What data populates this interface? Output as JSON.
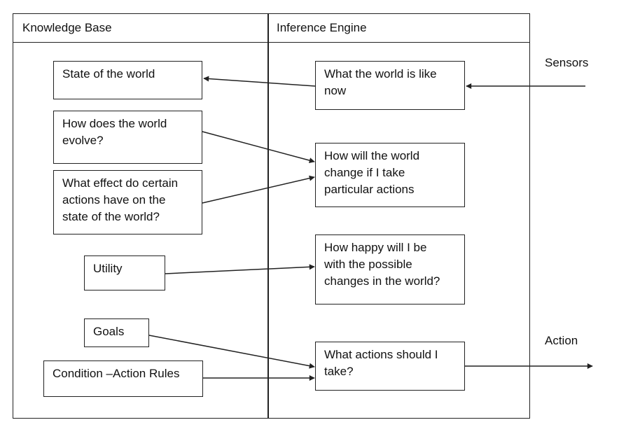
{
  "headers": {
    "knowledge_base": "Knowledge Base",
    "inference_engine": "Inference Engine"
  },
  "knowledge_boxes": {
    "state": "State of the world",
    "evolve": "How does the world\nevolve?",
    "effect": "What effect do certain\nactions have on the\nstate of the world?",
    "utility": "Utility",
    "goals": "Goals",
    "rules": "Condition –Action Rules"
  },
  "inference_boxes": {
    "now": "What the world is like\nnow",
    "change": "How will the world\nchange if I take\nparticular actions",
    "happy": "How happy will I be\nwith the possible\nchanges in the world?",
    "actions": "What actions should I\ntake?"
  },
  "external": {
    "sensors": "Sensors",
    "action": "Action"
  },
  "colors": {
    "line": "#222222",
    "background": "#ffffff"
  }
}
